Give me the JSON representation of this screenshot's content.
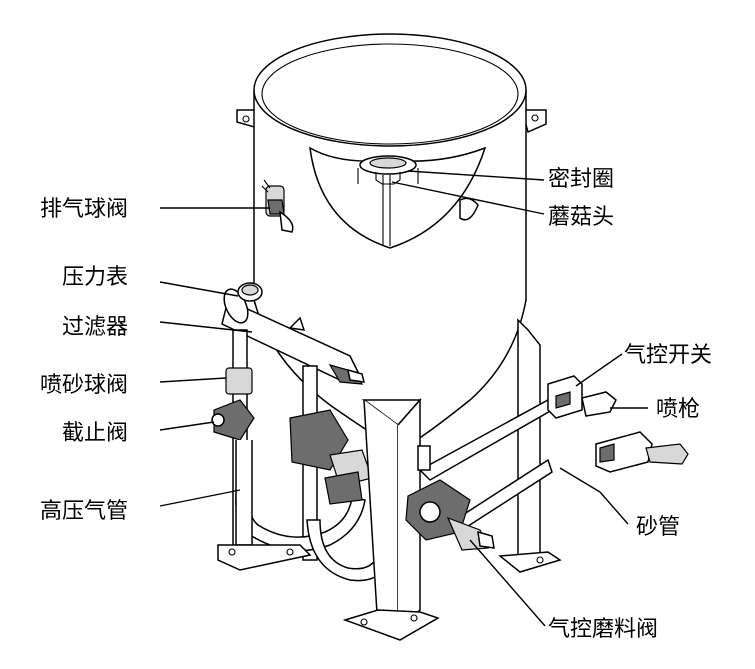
{
  "labels": {
    "exhaust_valve": "排气球阀",
    "pressure_gauge": "压力表",
    "filter": "过滤器",
    "sand_valve": "喷砂球阀",
    "stop_valve": "截止阀",
    "hp_air_pipe": "高压气管",
    "seal_ring": "密封圈",
    "mushroom_head": "蘑菇头",
    "air_switch": "气控开关",
    "spray_gun": "喷枪",
    "sand_pipe": "砂管",
    "abrasive_valve": "气控磨料阀"
  }
}
